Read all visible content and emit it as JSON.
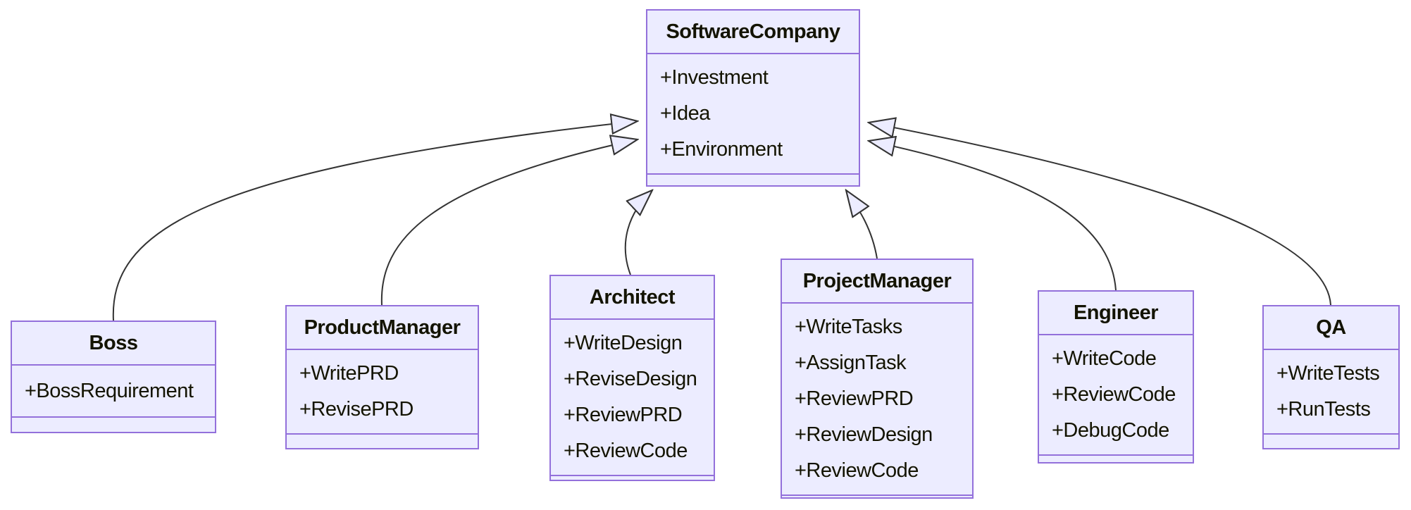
{
  "diagram": {
    "kind": "uml-class-diagram",
    "classes": [
      {
        "id": "software-company",
        "name": "SoftwareCompany",
        "attributes": [
          "+Investment",
          "+Idea",
          "+Environment"
        ],
        "methods": []
      },
      {
        "id": "boss",
        "name": "Boss",
        "attributes": [
          "+BossRequirement"
        ],
        "methods": []
      },
      {
        "id": "product-manager",
        "name": "ProductManager",
        "attributes": [
          "+WritePRD",
          "+RevisePRD"
        ],
        "methods": []
      },
      {
        "id": "architect",
        "name": "Architect",
        "attributes": [
          "+WriteDesign",
          "+ReviseDesign",
          "+ReviewPRD",
          "+ReviewCode"
        ],
        "methods": []
      },
      {
        "id": "project-manager",
        "name": "ProjectManager",
        "attributes": [
          "+WriteTasks",
          "+AssignTask",
          "+ReviewPRD",
          "+ReviewDesign",
          "+ReviewCode"
        ],
        "methods": []
      },
      {
        "id": "engineer",
        "name": "Engineer",
        "attributes": [
          "+WriteCode",
          "+ReviewCode",
          "+DebugCode"
        ],
        "methods": []
      },
      {
        "id": "qa",
        "name": "QA",
        "attributes": [
          "+WriteTests",
          "+RunTests"
        ],
        "methods": []
      }
    ],
    "relationships": [
      {
        "from": "Boss",
        "to": "SoftwareCompany",
        "type": "inheritance"
      },
      {
        "from": "ProductManager",
        "to": "SoftwareCompany",
        "type": "inheritance"
      },
      {
        "from": "Architect",
        "to": "SoftwareCompany",
        "type": "inheritance"
      },
      {
        "from": "ProjectManager",
        "to": "SoftwareCompany",
        "type": "inheritance"
      },
      {
        "from": "Engineer",
        "to": "SoftwareCompany",
        "type": "inheritance"
      },
      {
        "from": "QA",
        "to": "SoftwareCompany",
        "type": "inheritance"
      }
    ],
    "colors": {
      "class_fill": "#ECECFF",
      "class_border": "#9370DB",
      "edge_line": "#333333",
      "text": "#131300",
      "background": "#FFFFFF"
    }
  }
}
